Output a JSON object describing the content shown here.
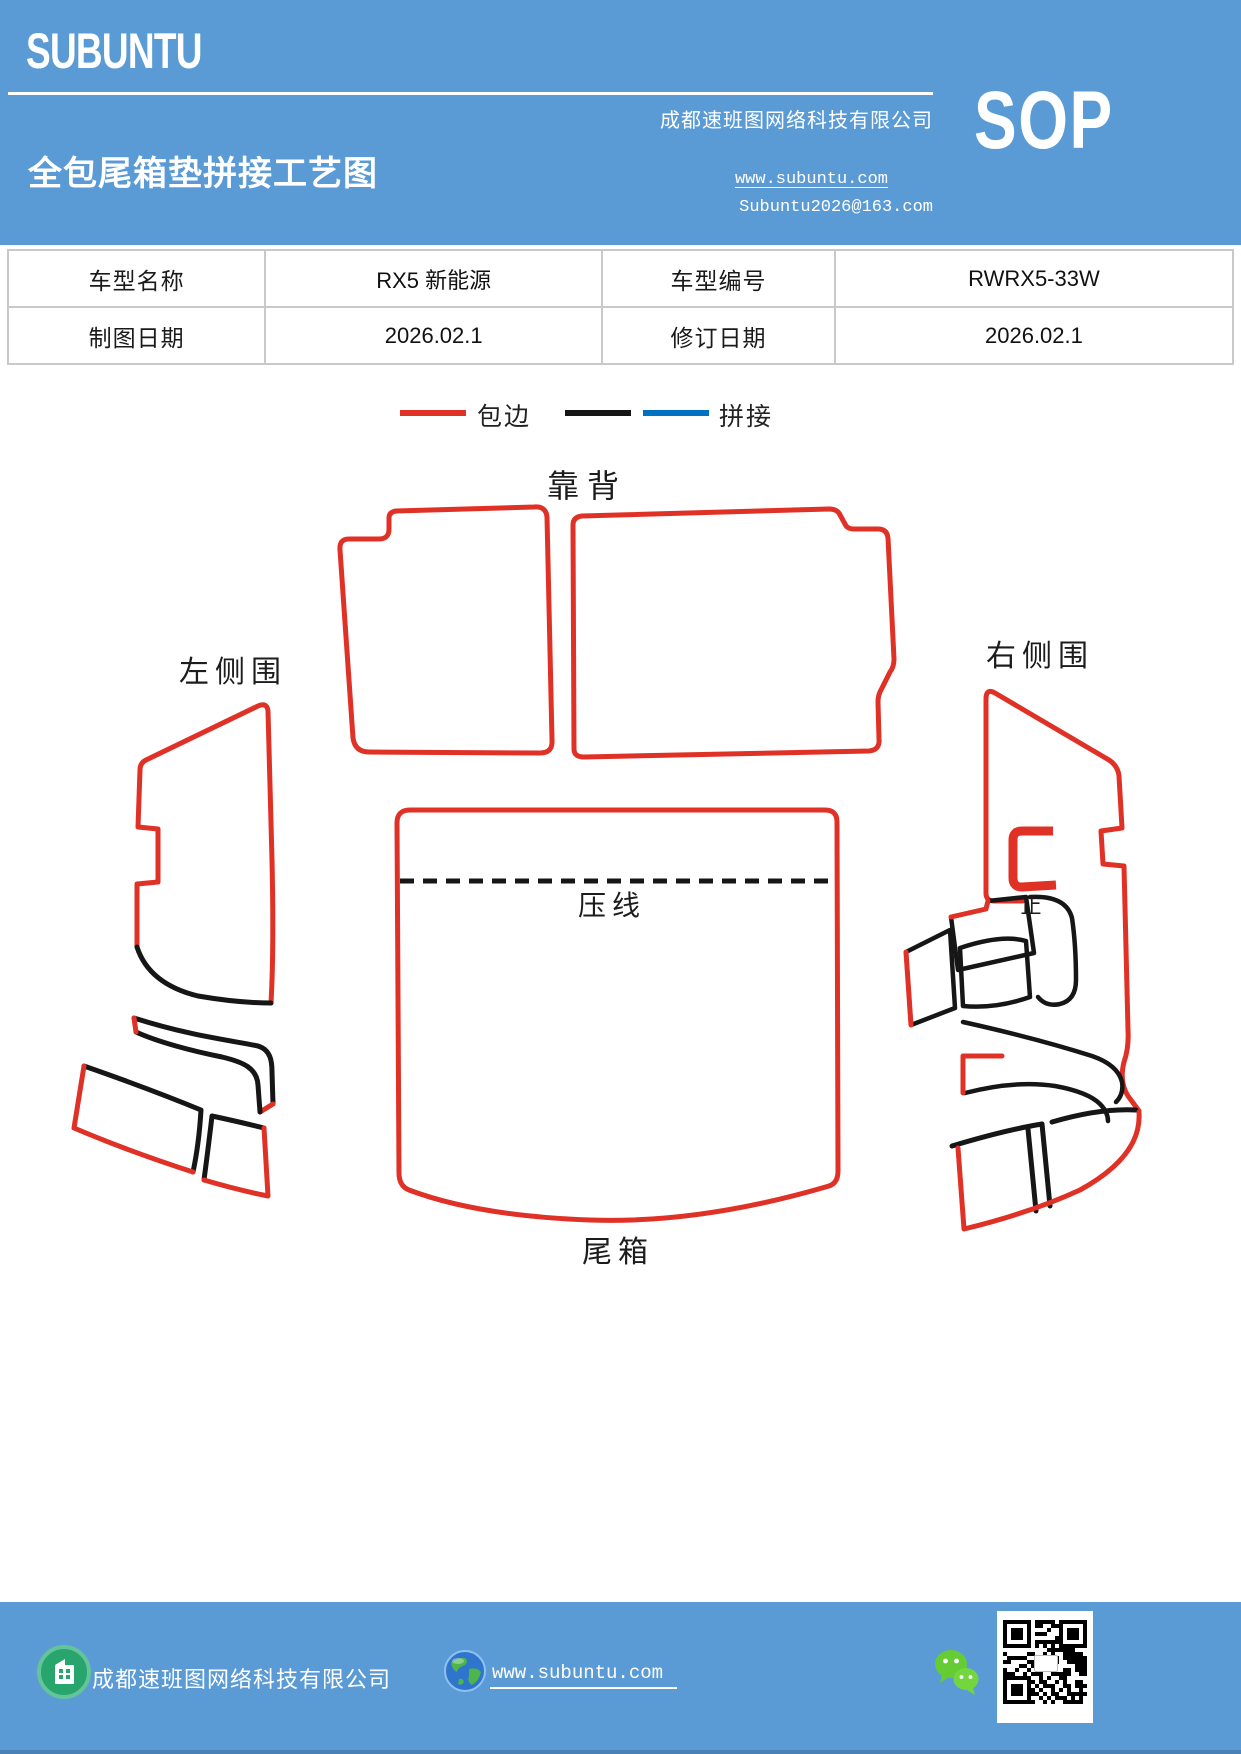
{
  "colors": {
    "theme_blue": "#5b9bd5",
    "edge_red": "#e03127",
    "seam_black": "#161616",
    "seam_blue": "#0070c0"
  },
  "header": {
    "logo": "SUBUNTU",
    "title": "全包尾箱垫拼接工艺图",
    "company": "成都速班图网络科技有限公司",
    "website": "www.subuntu.com",
    "email": "Subuntu2026@163.com",
    "sop_badge": "SOP"
  },
  "info_table": {
    "rows": [
      [
        "车型名称",
        "RX5  新能源",
        "车型编号",
        "RWRX5-33W"
      ],
      [
        "制图日期",
        "2026.02.1",
        "修订日期",
        "2026.02.1"
      ]
    ]
  },
  "legend": {
    "edge_label": "包边",
    "stitch_label": "拼接"
  },
  "diagram": {
    "labels": {
      "backrest": "靠背",
      "left_side": "左侧围",
      "right_side": "右侧围",
      "press_line": "压线",
      "trunk": "尾箱",
      "mark": "止"
    }
  },
  "footer": {
    "company": "成都速班图网络科技有限公司",
    "website": "www.subuntu.com",
    "icons": [
      "building-icon",
      "globe-icon",
      "wechat-icon",
      "qr-code"
    ]
  }
}
